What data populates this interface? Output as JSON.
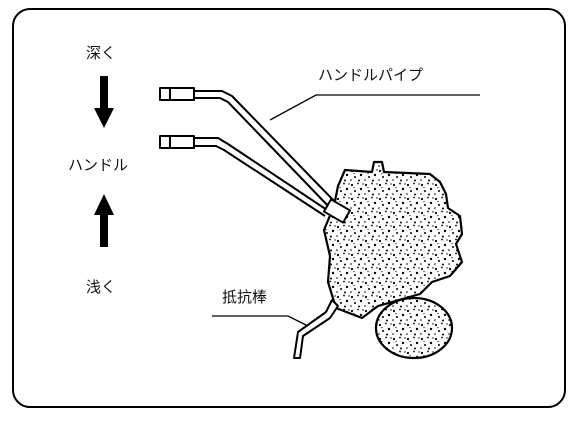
{
  "labels": {
    "deep": "深く",
    "handle": "ハンドル",
    "shallow": "浅く",
    "handle_pipe": "ハンドルパイプ",
    "resistance_bar": "抵抗棒"
  }
}
